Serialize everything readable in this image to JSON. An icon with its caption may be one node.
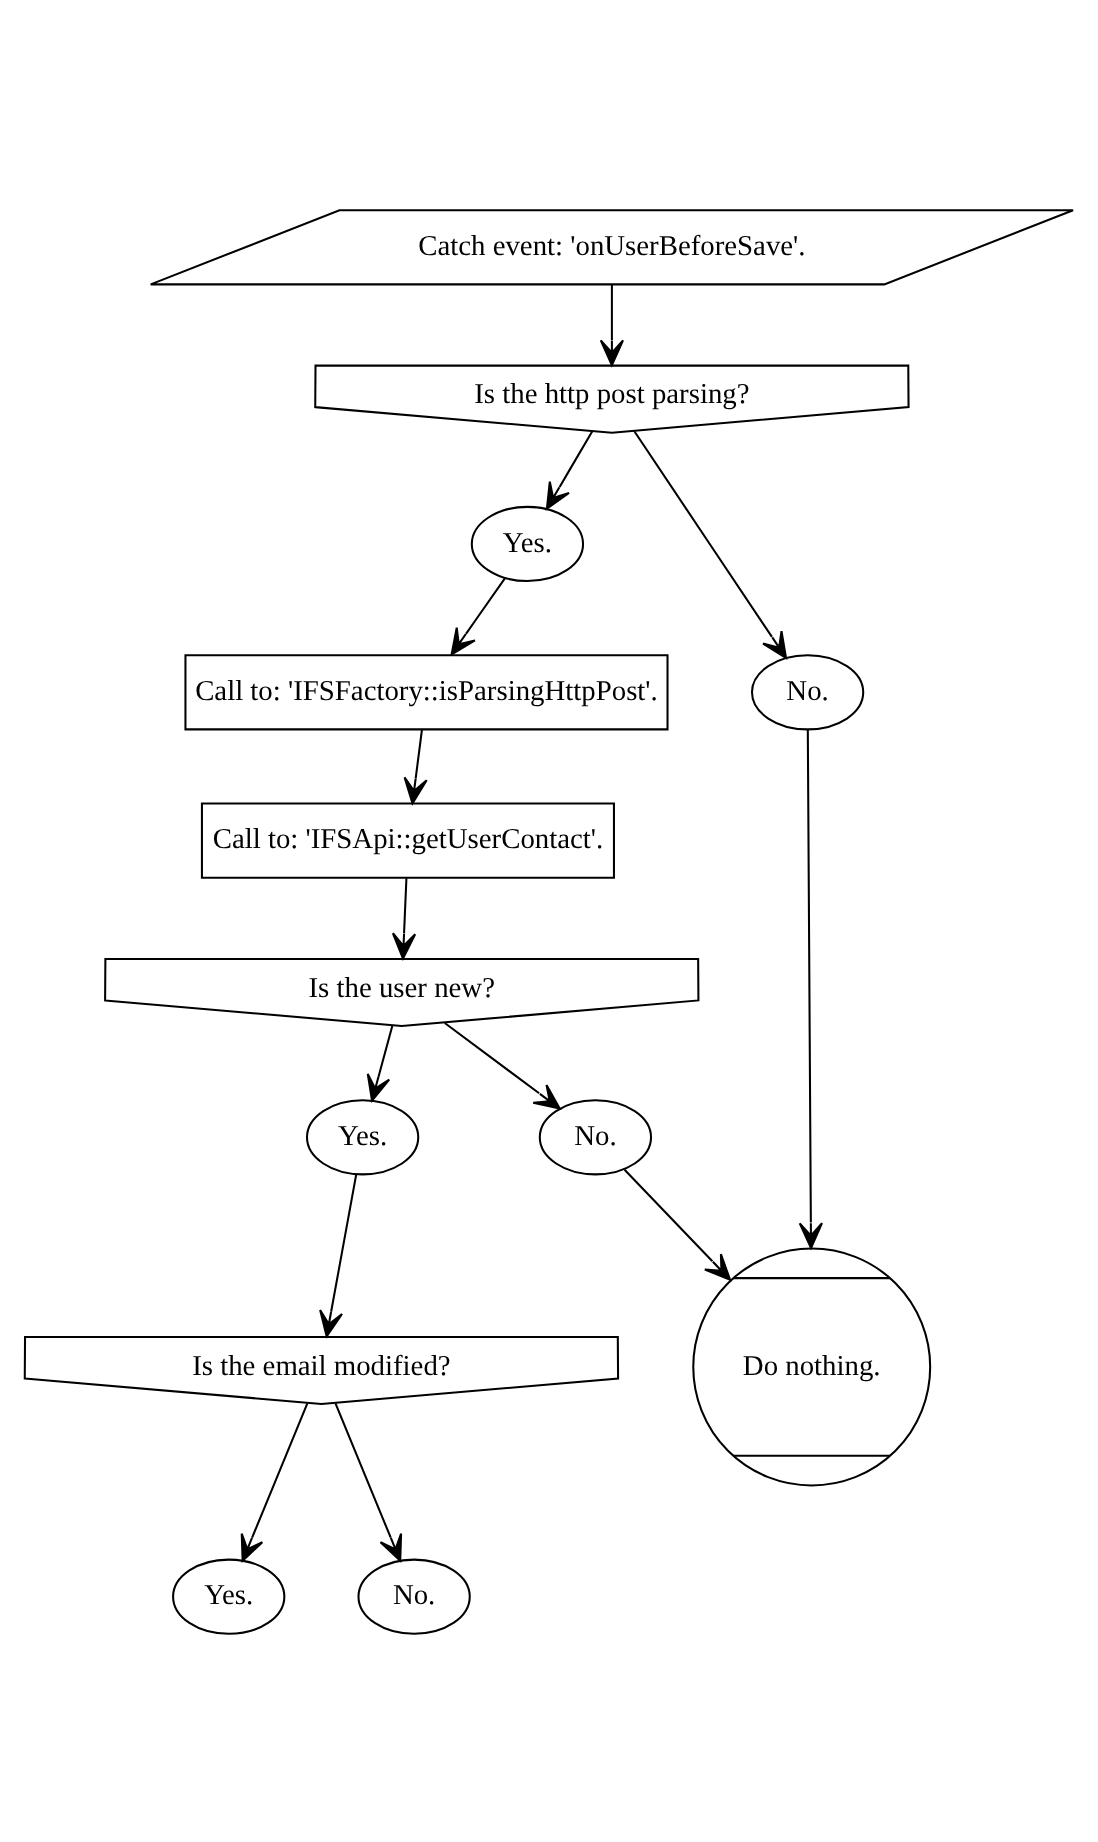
{
  "diagram": {
    "nodes": [
      {
        "text": [
          "Catch event: 'onUserBeforeSave'."
        ]
      },
      {
        "text": [
          "Is the http post parsing?"
        ]
      },
      {
        "text": [
          "Yes."
        ]
      },
      {
        "text": [
          "Call to: 'IFSFactory::isParsingHttpPost'."
        ]
      },
      {
        "text": [
          "Call to: 'IFSApi::getUserContact'."
        ]
      },
      {
        "text": [
          "Is the user new?"
        ]
      },
      {
        "text": [
          "Yes."
        ]
      },
      {
        "text": [
          "No."
        ]
      },
      {
        "text": [
          "Is the email modified?"
        ]
      },
      {
        "text": [
          "No."
        ]
      },
      {
        "text": [
          "Do nothing."
        ]
      },
      {
        "text": [
          "Yes."
        ]
      },
      {
        "text": [
          "No."
        ]
      }
    ],
    "edges": [
      {
        "from": 0,
        "to": 1,
        "arrow": "to"
      },
      {
        "from": 1,
        "to": 2,
        "arrow": "to"
      },
      {
        "from": 1,
        "to": 9,
        "arrow": "to"
      },
      {
        "from": 2,
        "to": 3,
        "arrow": "to"
      },
      {
        "from": 3,
        "to": 4,
        "arrow": "to"
      },
      {
        "from": 4,
        "to": 5,
        "arrow": "to"
      },
      {
        "from": 5,
        "to": 6,
        "arrow": "to"
      },
      {
        "from": 5,
        "to": 7,
        "arrow": "to"
      },
      {
        "from": 6,
        "to": 8,
        "arrow": "to"
      },
      {
        "from": 7,
        "to": 10,
        "arrow": "to"
      },
      {
        "from": 9,
        "to": 10,
        "arrow": "to"
      },
      {
        "from": 8,
        "to": 11,
        "arrow": "to"
      },
      {
        "from": 8,
        "to": 12,
        "arrow": "to"
      }
    ]
  }
}
